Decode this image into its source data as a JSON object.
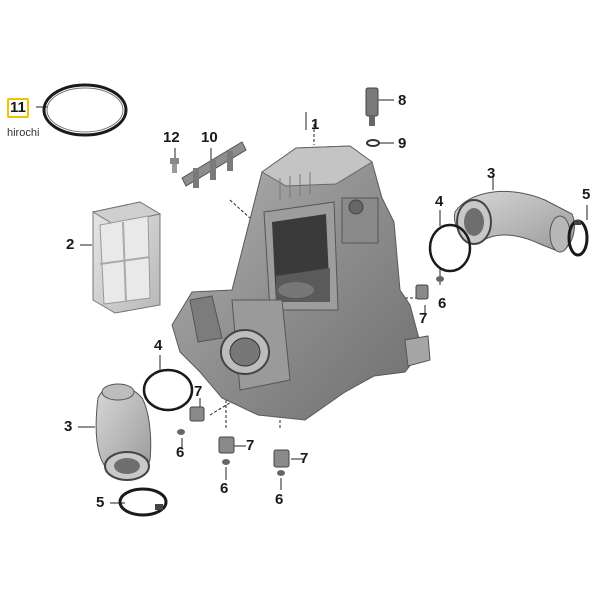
{
  "diagram": {
    "callouts": [
      {
        "id": "c11",
        "label": "11",
        "selected": true
      },
      {
        "id": "c1",
        "label": "1"
      },
      {
        "id": "c8",
        "label": "8"
      },
      {
        "id": "c9",
        "label": "9"
      },
      {
        "id": "c12",
        "label": "12"
      },
      {
        "id": "c10",
        "label": "10"
      },
      {
        "id": "c2",
        "label": "2"
      },
      {
        "id": "c3a",
        "label": "3"
      },
      {
        "id": "c5a",
        "label": "5"
      },
      {
        "id": "c4a",
        "label": "4"
      },
      {
        "id": "c6a",
        "label": "6"
      },
      {
        "id": "c7a",
        "label": "7"
      },
      {
        "id": "c4b",
        "label": "4"
      },
      {
        "id": "c3b",
        "label": "3"
      },
      {
        "id": "c7b",
        "label": "7"
      },
      {
        "id": "c6b",
        "label": "6"
      },
      {
        "id": "c7c",
        "label": "7"
      },
      {
        "id": "c6c",
        "label": "6"
      },
      {
        "id": "c7d",
        "label": "7"
      },
      {
        "id": "c6d",
        "label": "6"
      },
      {
        "id": "c5b",
        "label": "5"
      }
    ],
    "watermark": "hirochi",
    "highlight_color": "#f2c200"
  }
}
